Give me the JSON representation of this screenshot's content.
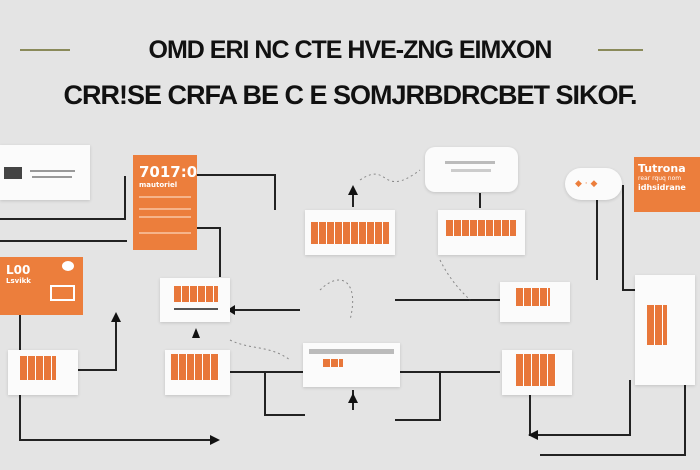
{
  "title": {
    "line1": "OMD ERI NC CTE HVE-ZNG EIMXON",
    "line2": "CRR!SE CRFA BE C E SOMJRBDRCBET SIKOF."
  },
  "cards": {
    "orange_top": {
      "heading": "7017:0",
      "sub": "mautoriel"
    },
    "orange_left": {
      "heading": "L00",
      "sub": "Lsvikk"
    },
    "orange_right": {
      "heading": "Tutrona",
      "sub": "rear rquq nom",
      "body": "idhsidrane"
    }
  },
  "colors": {
    "accent": "#ec7e3c",
    "line": "#222222",
    "background": "#e4e4e4"
  },
  "icons": [
    "monitor-icon",
    "sun-icon",
    "card-icon",
    "diamond-icon",
    "arrow-icon"
  ]
}
